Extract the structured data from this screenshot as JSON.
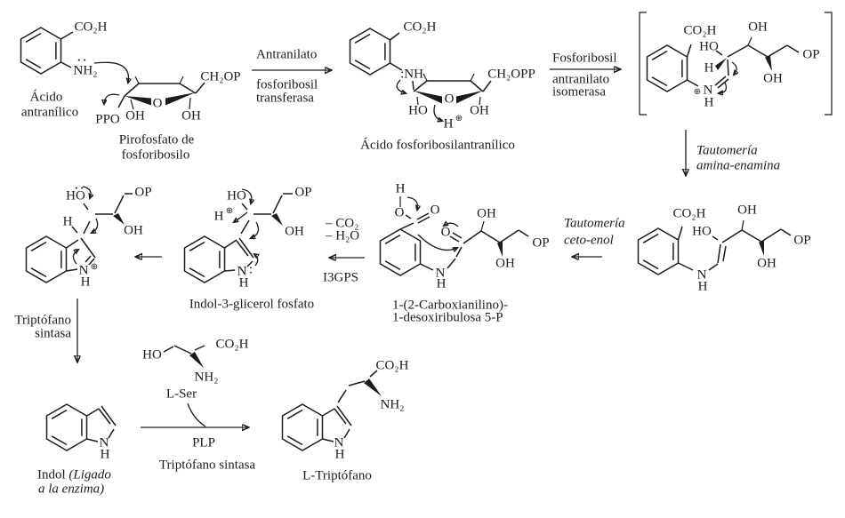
{
  "compounds": {
    "acido_antranilico": {
      "co2h": "CO₂H",
      "nh2": "NH₂",
      "lone_pair": "··",
      "name1": "Ácido",
      "name2": "antranílico"
    },
    "prpp": {
      "ch2op": "CH₂OP",
      "ppo": "PPO",
      "oh1": "OH",
      "ring_o": "O",
      "oh2": "OH",
      "name1": "Pirofosfato de",
      "name2": "fosforibosilo"
    },
    "prpp_antranilico": {
      "co2h": "CO₂H",
      "nh": ":NH",
      "ch2opp": "CH₂OPP",
      "ho": "HO",
      "ring_o": "O",
      "oh": "OH",
      "h": "H",
      "plus": "⊕",
      "name": "Ácido fosforibosilantranílico"
    },
    "intermedio": {
      "co2h": "CO₂H",
      "ho": "HO",
      "oh_top": "OH",
      "h": "H",
      "oh_bot": "OH",
      "op": "OP",
      "plus": "⊕",
      "n": "N",
      "nh": "H"
    },
    "enamina": {
      "co2h": "CO₂H",
      "ho": "HO",
      "oh_top": "OH",
      "oh_bot": "OH",
      "op": "OP",
      "n": "N",
      "nh": "H"
    },
    "cdrp": {
      "h": "H",
      "o_left": "O",
      "o_right": "O",
      "o_keto": "O",
      "oh_top": "OH",
      "oh_bot": "OH",
      "op": "OP",
      "n": "N",
      "nh": "H",
      "name1": "1-(2-Carboxianilino)-",
      "name2": "1-desoxiribulosa 5-P"
    },
    "igp": {
      "ho": "HO",
      "h": "H",
      "plus": "⊕",
      "op": "OP",
      "oh": "OH",
      "n": "N",
      "lone_pair": ":",
      "nh": "H",
      "name": "Indol-3-glicerol fosfato"
    },
    "indoleninio": {
      "ho": "HO",
      "lone_pair": "··",
      "h": "H",
      "op": "OP",
      "oh": "OH",
      "n": "N",
      "plus": "⊕",
      "nh": "H"
    },
    "indol": {
      "n": "N",
      "nh": "H",
      "name": "Indol",
      "note1": "(Ligado",
      "note2": "a la enzima)"
    },
    "l_ser": {
      "ho": "HO",
      "co2h": "CO₂H",
      "nh2": "NH₂",
      "name": "L-Ser"
    },
    "l_triptofano": {
      "co2h": "CO₂H",
      "nh2": "NH₂",
      "n": "N",
      "nh": "H",
      "name": "L-Triptófano"
    }
  },
  "reactions": {
    "paso1": {
      "l1": "Antranilato",
      "l2": "fosforibosil",
      "l3": "transferasa"
    },
    "paso2": {
      "l1": "Fosforibosil",
      "l2": "antranilato",
      "l3": "isomerasa"
    },
    "tautomeria1": {
      "l1": "Tautomería",
      "l2": "amina-enamina"
    },
    "tautomeria2": {
      "l1": "Tautomería",
      "l2": "ceto-enol"
    },
    "paso3": {
      "co2": "– CO₂",
      "h2o": "– H₂O",
      "enzima": "I3GPS"
    },
    "paso4": {
      "l1": "Triptófano",
      "l2": "sintasa"
    },
    "paso5": {
      "cofactor": "PLP",
      "enzima": "Triptófano sintasa"
    }
  },
  "colors": {
    "ink": "#1c1c1c",
    "background": "#ffffff"
  }
}
